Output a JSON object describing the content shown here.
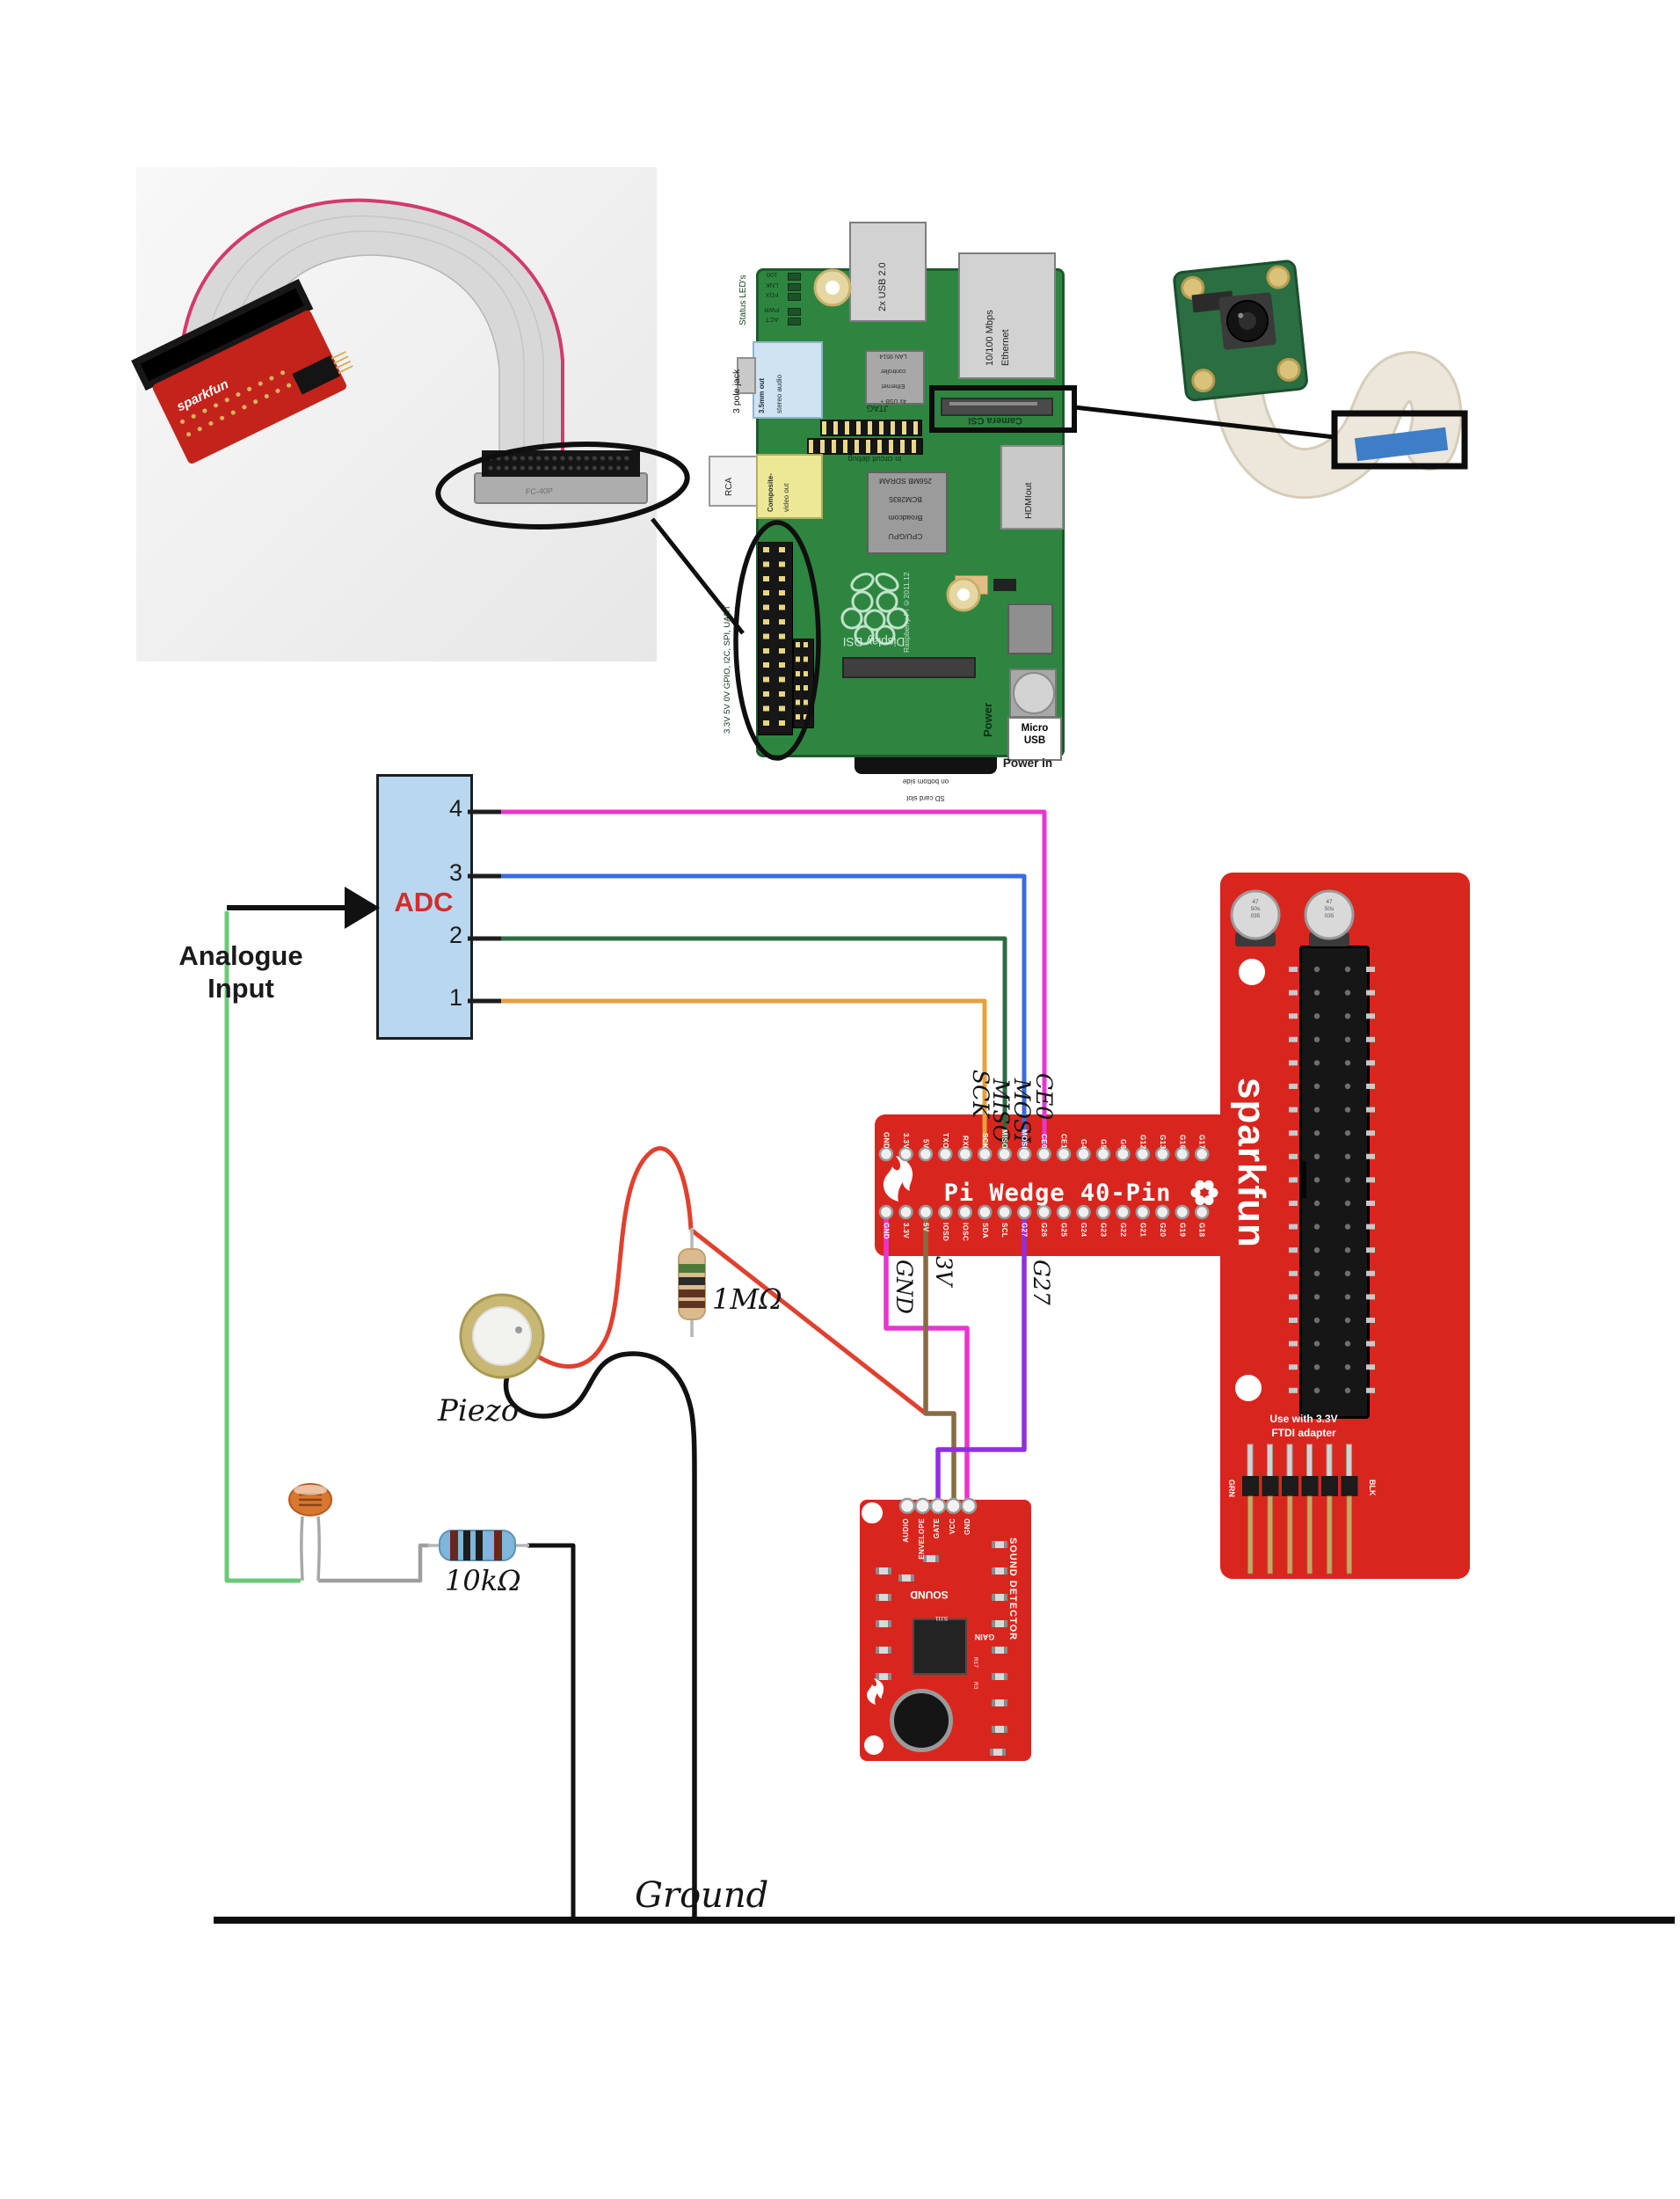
{
  "colors": {
    "board_red": "#d8261e",
    "pi_green": "#2e8540",
    "adc_fill": "#b9d8ef",
    "adc_title": "#d42b2b",
    "wire_orange": "#e7a13c",
    "wire_green": "#2e6b44",
    "wire_blue": "#3a6ce0",
    "wire_magenta": "#e835cf",
    "wire_light_green": "#6cc878",
    "wire_purple": "#8f2fe0",
    "wire_brown": "#8a6a42",
    "wire_red": "#e0402e",
    "wire_black": "#111111",
    "ribbon_stripe": "#d23a6e",
    "camera_tab_blue": "#3d7ec6"
  },
  "photo": {
    "brand": "sparkfun",
    "connector_label": "FC-40P"
  },
  "pi": {
    "status_title": "Status LED's",
    "leds": [
      "100",
      "LNK",
      "FDX",
      "PWR",
      "ACT"
    ],
    "usb": "2x USB 2.0",
    "eth_l1": "10/100 Mbps",
    "eth_l2": "Ethernet",
    "jack": "3 pole jack",
    "audio_l1": "3.5mm out",
    "audio_l2": "stereo audio",
    "jtag": "JTAG",
    "jtag_sub": "in circuit debug",
    "lan": [
      "4x USB +",
      "Ethernet",
      "controller",
      "LAN 9514"
    ],
    "csi": "Camera CSI",
    "rca": "RCA",
    "composite_l1": "Composite-",
    "composite_l2": "video out",
    "hdmi": "HDMIout",
    "cpu": [
      "CPU/GPU",
      "Broadcom",
      "BCM2835",
      "256MB SDRAM"
    ],
    "dsi": "Display DSI",
    "credit": "Raspberry Pi ©2011.12",
    "gpio": "3.3V 5V 0V GPIO, I2C, SPI, UART",
    "power": "Power",
    "micro_l1": "Micro",
    "micro_l2": "USB",
    "power_in": "Power in",
    "sd": [
      "SD card slot",
      "on bottom side"
    ]
  },
  "adc": {
    "title": "ADC",
    "channels": [
      "4",
      "3",
      "2",
      "1"
    ],
    "input": "Analogue\nInput"
  },
  "bus": {
    "sck": "SCK",
    "miso": "MISO",
    "mosi": "MOSI",
    "ce0": "CE0"
  },
  "hook": {
    "gnd": "GND",
    "v3": "3V",
    "g27": "G27"
  },
  "wedge": {
    "title": "Pi Wedge 40-Pin",
    "brand": "sparkfun",
    "top_pins": [
      "GND",
      "3.3V",
      "5V",
      "TXO",
      "RXI",
      "SCK",
      "MISO",
      "MOSI",
      "CE0",
      "CE1",
      "G4",
      "G5",
      "G6",
      "G12",
      "G13",
      "G16",
      "G17"
    ],
    "bottom_pins": [
      "GND",
      "3.3V",
      "5V",
      "IOSD",
      "IOSC",
      "SDA",
      "SCL",
      "G27",
      "G26",
      "G25",
      "G24",
      "G23",
      "G22",
      "G21",
      "G20",
      "G19",
      "G18"
    ],
    "cap": "47\n50s\n035",
    "ftdi_l1": "Use with 3.3V",
    "ftdi_l2": "FTDI adapter",
    "grn": "GRN",
    "blk": "BLK"
  },
  "det": {
    "pins": [
      "AUDIO",
      "ENVELOPE",
      "GATE",
      "VCC",
      "GND"
    ],
    "sound": "SOUND",
    "name": "SOUND DETECTOR",
    "gain": "GAIN",
    "sj11": "SJ11",
    "r17": "R17",
    "r3": "R3"
  },
  "passives": {
    "piezo": "Piezo",
    "r_1m": "1MΩ",
    "r_10k": "10kΩ",
    "ground": "Ground"
  }
}
